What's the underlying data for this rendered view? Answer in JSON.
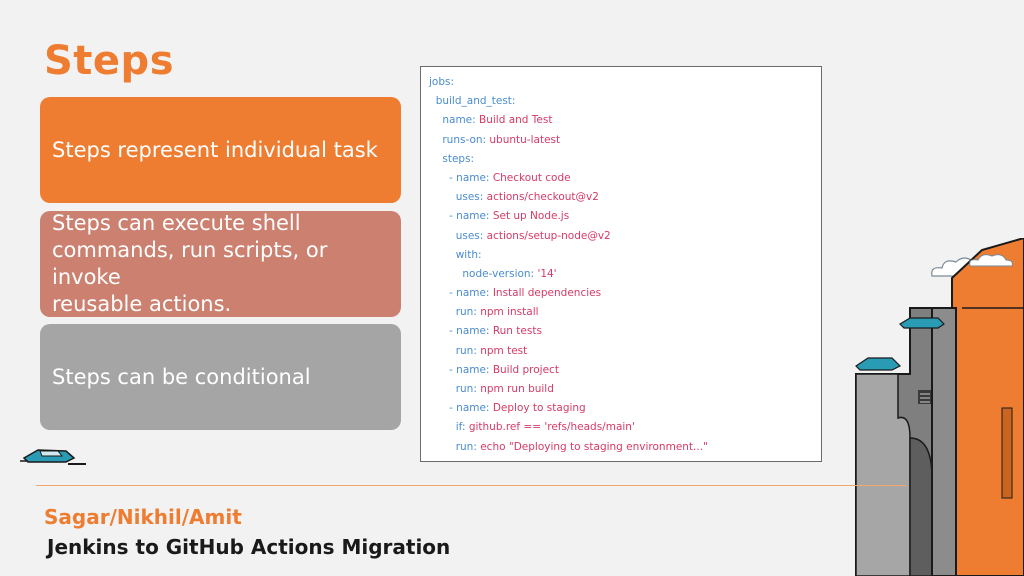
{
  "slide": {
    "title": "Steps",
    "cards": [
      {
        "text": "Steps represent individual task",
        "color": "#ee7d31"
      },
      {
        "lines": [
          "Steps can execute shell",
          "commands, run scripts, or invoke",
          "reusable actions."
        ],
        "color": "#cc8070"
      },
      {
        "text": "Steps can be conditional",
        "color": "#a5a5a5"
      }
    ],
    "code": [
      {
        "indent": "",
        "key": "jobs:",
        "value": ""
      },
      {
        "indent": "  ",
        "key": "build_and_test:",
        "value": ""
      },
      {
        "indent": "    ",
        "key": "name: ",
        "value": "Build and Test"
      },
      {
        "indent": "    ",
        "key": "runs-on: ",
        "value": "ubuntu-latest"
      },
      {
        "indent": "    ",
        "key": "steps:",
        "value": ""
      },
      {
        "indent": "      ",
        "key": "- name: ",
        "value": "Checkout code"
      },
      {
        "indent": "        ",
        "key": "uses: ",
        "value": "actions/checkout@v2"
      },
      {
        "indent": "      ",
        "key": "- name: ",
        "value": "Set up Node.js"
      },
      {
        "indent": "        ",
        "key": "uses: ",
        "value": "actions/setup-node@v2"
      },
      {
        "indent": "        ",
        "key": "with:",
        "value": ""
      },
      {
        "indent": "          ",
        "key": "node-version: ",
        "value": "'14'"
      },
      {
        "indent": "      ",
        "key": "- name: ",
        "value": "Install dependencies"
      },
      {
        "indent": "        ",
        "key": "run: ",
        "value": "npm install"
      },
      {
        "indent": "      ",
        "key": "- name: ",
        "value": "Run tests"
      },
      {
        "indent": "        ",
        "key": "run: ",
        "value": "npm test"
      },
      {
        "indent": "      ",
        "key": "- name: ",
        "value": "Build project"
      },
      {
        "indent": "        ",
        "key": "run: ",
        "value": "npm run build"
      },
      {
        "indent": "      ",
        "key": "- name: ",
        "value": "Deploy to staging"
      },
      {
        "indent": "        ",
        "key": "if: ",
        "value": "github.ref == 'refs/heads/main'"
      },
      {
        "indent": "        ",
        "key": "run: ",
        "value": "echo \"Deploying to staging environment...\""
      }
    ],
    "author": "Sagar/Nikhil/Amit",
    "subtitle": "Jenkins to GitHub Actions Migration",
    "accent": "#ee7d31",
    "code_key_color": "#4a8ccf",
    "code_value_color": "#d63a66",
    "decorations": [
      "hovercar-icon",
      "cloud-icon",
      "building-illustration"
    ]
  }
}
